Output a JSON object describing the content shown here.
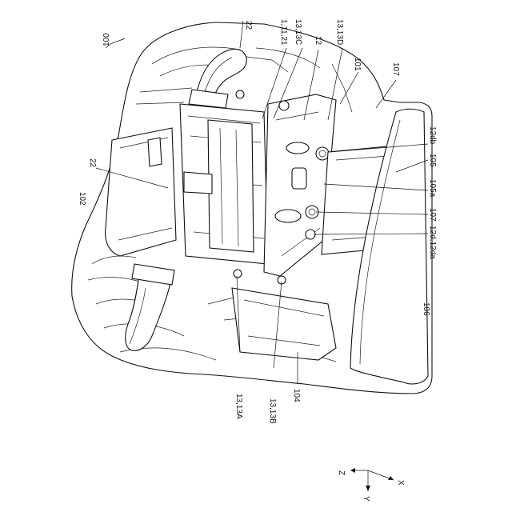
{
  "figure": {
    "labels": {
      "ref_100": "100",
      "ref_22_top": "22",
      "ref_1_11_21": "1,11,21",
      "ref_13_13c": "13,13C",
      "ref_12": "12",
      "ref_13_13d": "13,13D",
      "ref_101": "101",
      "ref_107_top": "107",
      "ref_12db": "12db",
      "ref_105": "105",
      "ref_105a": "105a",
      "ref_107_mid": "107",
      "ref_12d_12da": "12d,12da",
      "ref_22_left": "22",
      "ref_102": "102",
      "ref_106": "106",
      "ref_13_13a": "13,13A",
      "ref_13_13b": "13,13B",
      "ref_104": "104"
    },
    "axes": {
      "z": "Z",
      "x": "X",
      "y": "Y"
    }
  }
}
